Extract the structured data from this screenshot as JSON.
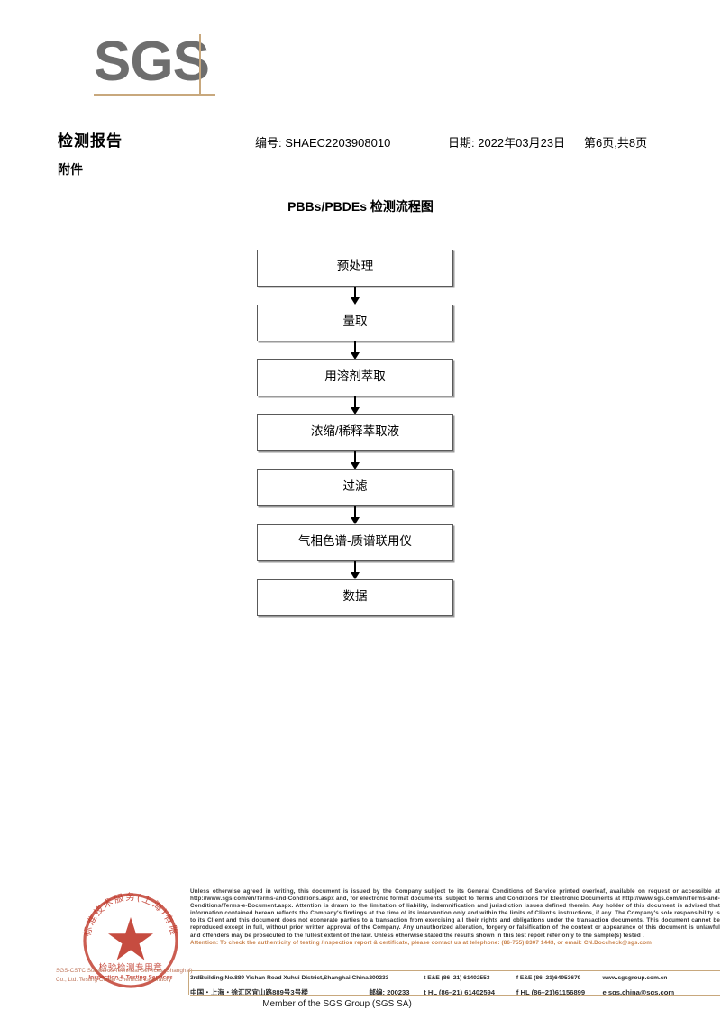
{
  "logo": {
    "text": "SGS",
    "rule_color": "#c8a87d"
  },
  "header": {
    "report_title": "检测报告",
    "attachment_label": "附件",
    "report_no": "编号: SHAEC2203908010",
    "date": "日期: 2022年03月23日",
    "page": "第6页,共8页"
  },
  "flowchart": {
    "title": "PBBs/PBDEs 检测流程图",
    "nodes": [
      {
        "label": "预处理"
      },
      {
        "label": "量取"
      },
      {
        "label": "用溶剂萃取"
      },
      {
        "label": "浓缩/稀释萃取液"
      },
      {
        "label": "过滤"
      },
      {
        "label": "气相色谱-质谱联用仪"
      },
      {
        "label": "数据"
      }
    ]
  },
  "seal": {
    "outer_ring_text": "SGS通标标准技术服务(上海)有限公司",
    "center_line_1": "检验检测专用章",
    "center_line_2": "Inspection & Testing Services",
    "caption": "SGS-CSTC Standards Technical Services (Shanghai) Co., Ltd. Testing Center-Chemical Laboratory",
    "color": "#c0392b"
  },
  "footer": {
    "legal": "Unless otherwise agreed in writing, this document is issued by the Company subject to its General Conditions of Service printed overleaf, available on request or accessible at http://www.sgs.com/en/Terms-and-Conditions.aspx and, for electronic format documents, subject to Terms and Conditions for Electronic Documents at http://www.sgs.com/en/Terms-and-Conditions/Terms-e-Document.aspx. Attention is drawn to the limitation of liability, indemnification and jurisdiction issues defined therein. Any holder of this document is advised that information contained hereon reflects the Company's findings at the time of its intervention only and within the limits of Client's instructions, if any. The Company's sole responsibility is to its Client and this document does not exonerate parties to a transaction from exercising all their rights and obligations under the transaction documents. This document cannot be reproduced except in full, without prior written approval of the Company. Any unauthorized alteration, forgery or falsification of the content or appearance of this document is unlawful and offenders may be prosecuted to the fullest extent of the law. Unless otherwise stated the results shown in this test report refer only to the sample(s) tested .",
    "attention": "Attention: To check the authenticity of testing /inspection report & certificate, please contact us at telephone: (86-755) 8307 1443, or email: CN.Doccheck@sgs.com",
    "member": "Member of the SGS Group (SGS SA)"
  },
  "address": {
    "en": {
      "street": "3rdBuilding,No.889 Yishan Road Xuhui District,Shanghai China",
      "zip": "200233",
      "tel1": "t E&E (86–21) 61402553",
      "tel2": "f E&E (86–21)64953679",
      "web": "www.sgsgroup.com.cn"
    },
    "cn": {
      "street": "中国・上海・徐汇区宜山路889号3号楼",
      "zip": "邮编: 200233",
      "tel1": "t HL (86–21) 61402594",
      "tel2": "f HL (86–21)61156899",
      "web": "e sgs.china@sgs.com"
    }
  }
}
